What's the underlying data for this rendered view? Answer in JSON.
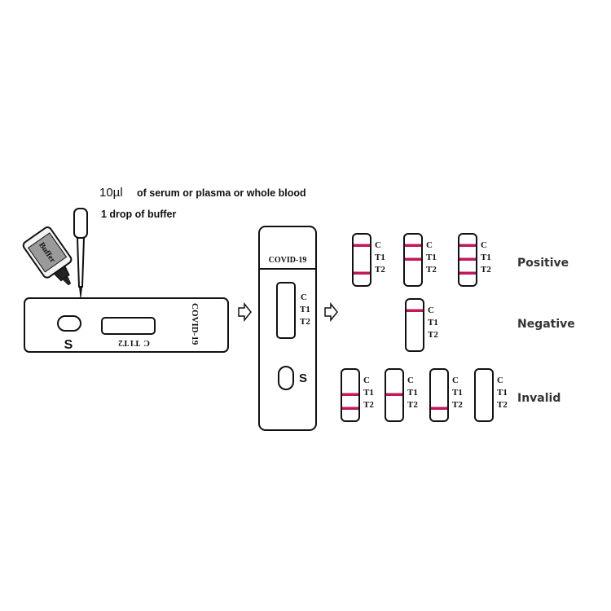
{
  "instructions": {
    "volume": "10µl",
    "sample_text": "of serum or plasma or whole blood",
    "buffer_text": "1 drop of buffer"
  },
  "bottle": {
    "label": "Buffer"
  },
  "cassette": {
    "name": "COVID-19",
    "sample_well": "S",
    "window_labels": [
      "C",
      "T1",
      "T2"
    ]
  },
  "line_color": "#c2185b",
  "results": {
    "positive": {
      "label": "Positive",
      "strips": [
        {
          "lines": [
            "C",
            "T2"
          ]
        },
        {
          "lines": [
            "C",
            "T1"
          ]
        },
        {
          "lines": [
            "C",
            "T1",
            "T2"
          ]
        }
      ]
    },
    "negative": {
      "label": "Negative",
      "strips": [
        {
          "lines": [
            "C"
          ]
        }
      ]
    },
    "invalid": {
      "label": "Invalid",
      "strips": [
        {
          "lines": [
            "T1",
            "T2"
          ]
        },
        {
          "lines": [
            "T1"
          ]
        },
        {
          "lines": [
            "T2"
          ]
        },
        {
          "lines": []
        }
      ]
    }
  }
}
